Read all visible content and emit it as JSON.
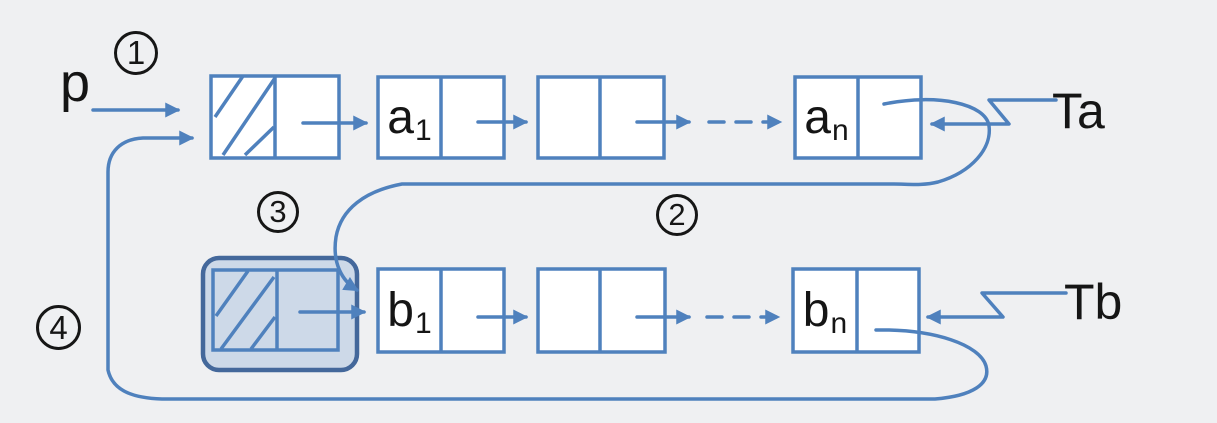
{
  "diagram": {
    "description_kind": "linked-list-merge-diagram",
    "pointer_label": "p",
    "list_a": {
      "tail_pointer_label": "Ta",
      "first_node": {
        "base": "a",
        "sub": "1"
      },
      "last_node": {
        "base": "a",
        "sub": "n"
      }
    },
    "list_b": {
      "tail_pointer_label": "Tb",
      "first_node": {
        "base": "b",
        "sub": "1"
      },
      "last_node": {
        "base": "b",
        "sub": "n"
      }
    },
    "steps": [
      {
        "label": "1"
      },
      {
        "label": "2"
      },
      {
        "label": "3"
      },
      {
        "label": "4"
      }
    ],
    "colors": {
      "background": "#eff0f2",
      "line_blue": "#4f81bd",
      "highlight_fill": "#cdd9e8",
      "highlight_border": "#44689b",
      "text": "#151515"
    }
  }
}
